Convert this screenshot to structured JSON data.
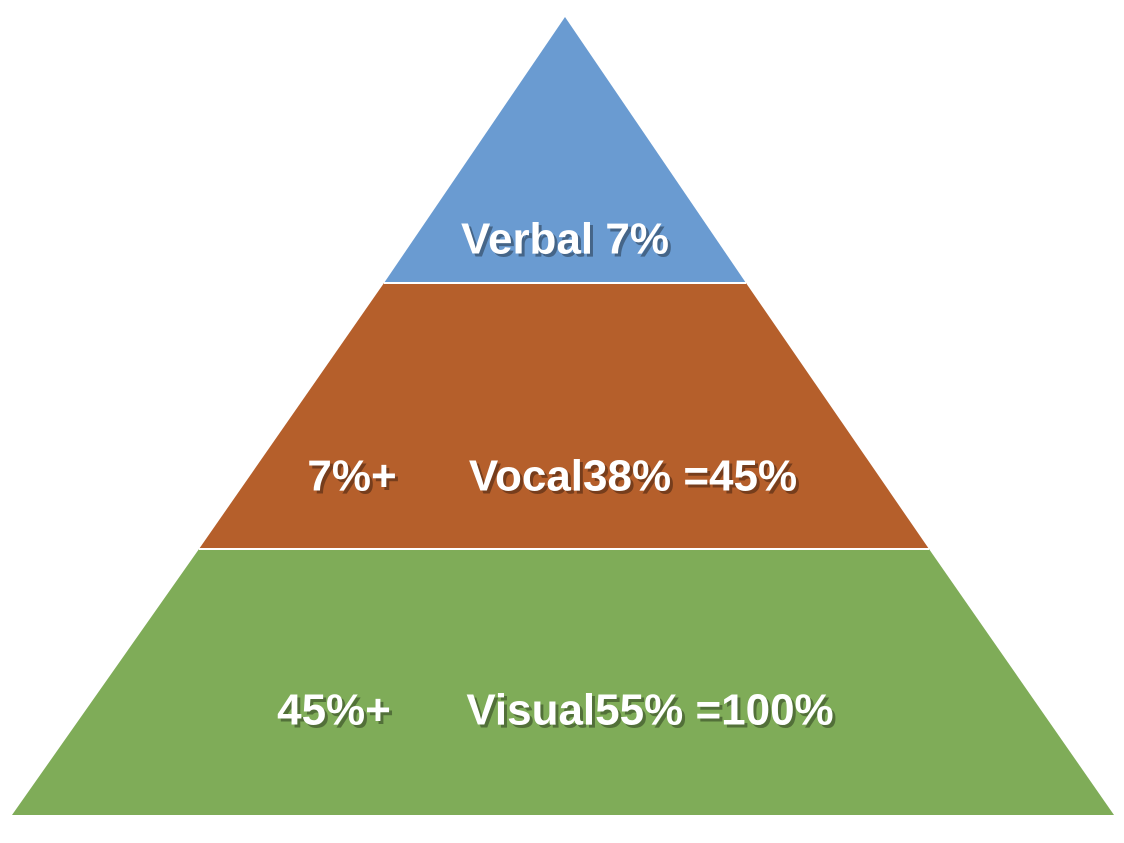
{
  "pyramid": {
    "tiers": [
      {
        "id": "verbal",
        "label": "Verbal 7%",
        "color": "#6a9bd1"
      },
      {
        "id": "vocal",
        "prefix": "7%+",
        "label": "Vocal38% =45%",
        "color": "#b55f2b"
      },
      {
        "id": "visual",
        "prefix": "45%+",
        "label": "Visual55% =100%",
        "color": "#7fac58"
      }
    ],
    "separator_color": "#ffffff"
  }
}
